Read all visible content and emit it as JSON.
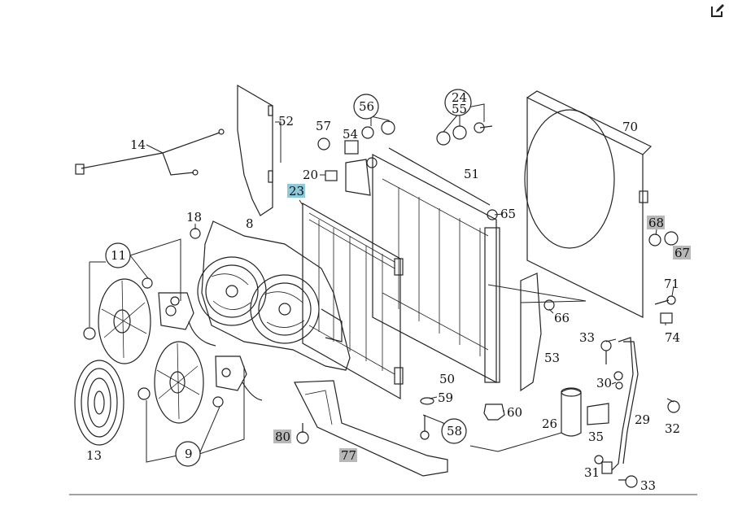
{
  "toolbar": {
    "edit_icon": "edit-icon"
  },
  "colors": {
    "highlight_selected": "#8fc9dc",
    "highlight_gray": "#b8b8b8",
    "line": "#222222"
  },
  "callouts": [
    {
      "id": "14",
      "text": "14"
    },
    {
      "id": "18",
      "text": "18"
    },
    {
      "id": "8",
      "text": "8"
    },
    {
      "id": "11",
      "text": "11"
    },
    {
      "id": "13",
      "text": "13"
    },
    {
      "id": "9",
      "text": "9"
    },
    {
      "id": "80",
      "text": "80",
      "highlight": "gray"
    },
    {
      "id": "77",
      "text": "77",
      "highlight": "gray"
    },
    {
      "id": "52",
      "text": "52"
    },
    {
      "id": "57",
      "text": "57"
    },
    {
      "id": "54",
      "text": "54"
    },
    {
      "id": "56",
      "text": "56"
    },
    {
      "id": "20",
      "text": "20"
    },
    {
      "id": "23",
      "text": "23",
      "highlight": "selected"
    },
    {
      "id": "24",
      "text": "24"
    },
    {
      "id": "55",
      "text": "55"
    },
    {
      "id": "51",
      "text": "51"
    },
    {
      "id": "65",
      "text": "65"
    },
    {
      "id": "70",
      "text": "70"
    },
    {
      "id": "68",
      "text": "68",
      "highlight": "gray"
    },
    {
      "id": "67",
      "text": "67",
      "highlight": "gray"
    },
    {
      "id": "71",
      "text": "71"
    },
    {
      "id": "74",
      "text": "74"
    },
    {
      "id": "66",
      "text": "66"
    },
    {
      "id": "53",
      "text": "53"
    },
    {
      "id": "50",
      "text": "50"
    },
    {
      "id": "59",
      "text": "59"
    },
    {
      "id": "58",
      "text": "58"
    },
    {
      "id": "60",
      "text": "60"
    },
    {
      "id": "33a",
      "text": "33"
    },
    {
      "id": "30",
      "text": "30"
    },
    {
      "id": "26",
      "text": "26"
    },
    {
      "id": "35",
      "text": "35"
    },
    {
      "id": "29",
      "text": "29"
    },
    {
      "id": "32",
      "text": "32"
    },
    {
      "id": "31",
      "text": "31"
    },
    {
      "id": "33b",
      "text": "33"
    }
  ]
}
